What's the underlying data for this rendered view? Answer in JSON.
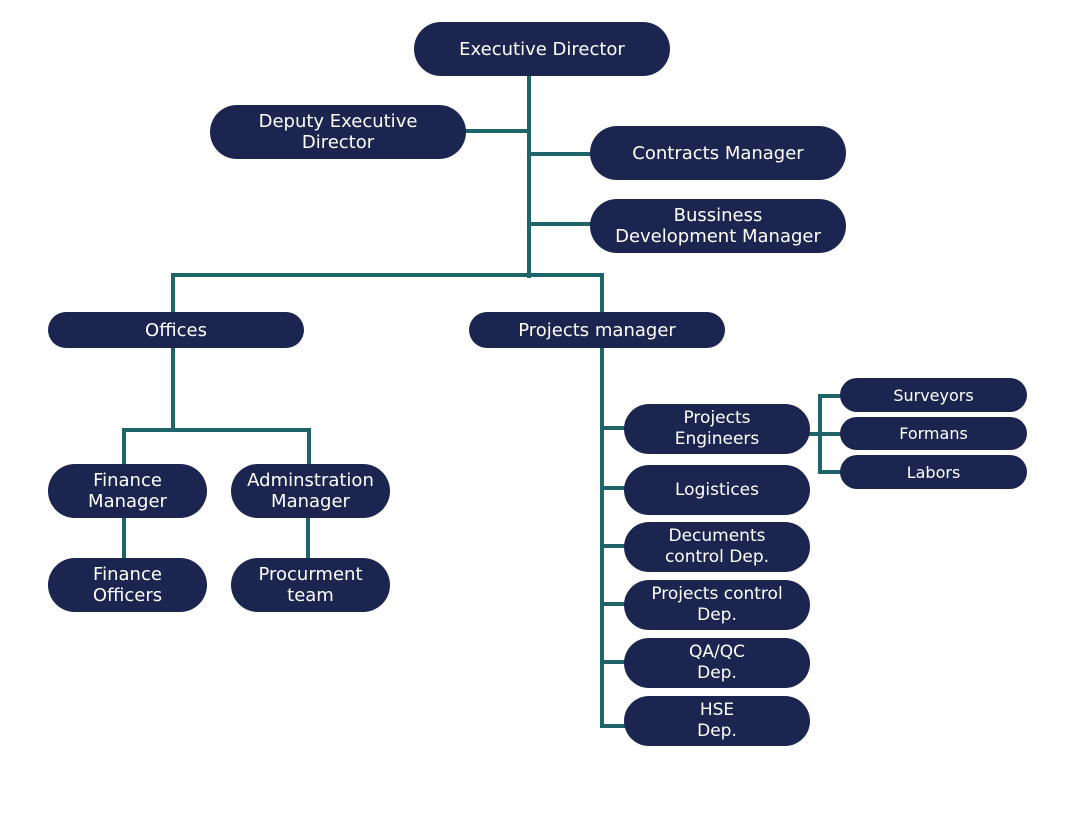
{
  "org_chart": {
    "executive_director": "Executive Director",
    "deputy_executive_director": "Deputy Executive\nDirector",
    "contracts_manager": "Contracts Manager",
    "business_development_manager": "Bussiness\nDevelopment Manager",
    "offices": "Offices",
    "projects_manager": "Projects manager",
    "finance_manager": "Finance\nManager",
    "administration_manager": "Adminstration\nManager",
    "finance_officers": "Finance\nOfficers",
    "procurement_team": "Procurment\nteam",
    "projects_engineers": "Projects\nEngineers",
    "logistics": "Logistices",
    "documents_control": "Decuments\ncontrol Dep.",
    "projects_control": "Projects control\nDep.",
    "qa_qc": "QA/QC\nDep.",
    "hse": "HSE\nDep.",
    "surveyors": "Surveyors",
    "foremen": "Formans",
    "laborers": "Labors"
  },
  "colors": {
    "node_fill": "#1c2550",
    "node_text": "#ffffff",
    "connector": "#1f6468",
    "background": "#ffffff"
  }
}
